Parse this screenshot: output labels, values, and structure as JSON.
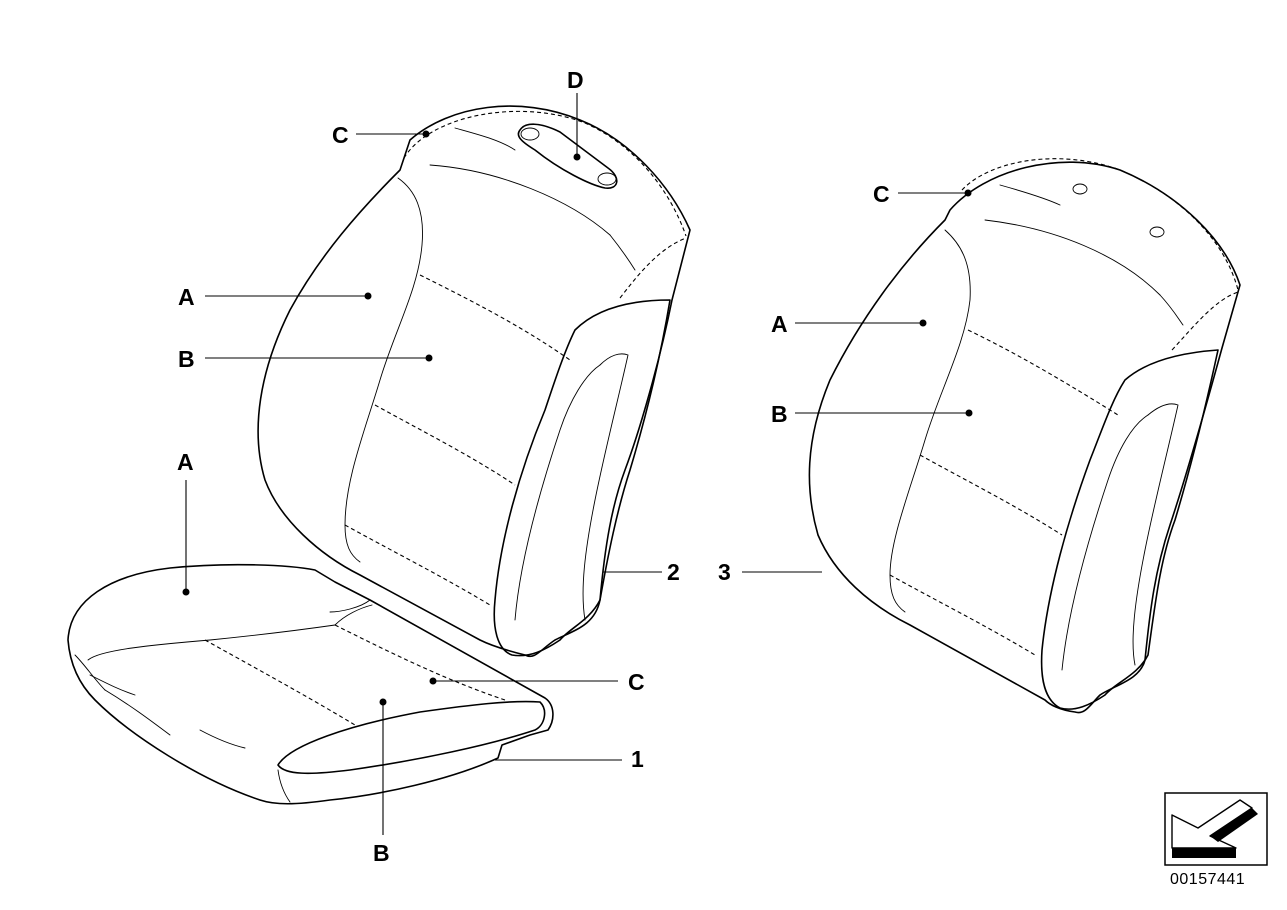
{
  "labels": {
    "seatback_left_c": "C",
    "seatback_left_d": "D",
    "seatback_left_a": "A",
    "seatback_left_b": "B",
    "cushion_a": "A",
    "cushion_c": "C",
    "cushion_b": "B",
    "cushion_part": "1",
    "seatback_left_part": "2",
    "seatback_right_part": "3",
    "seatback_right_c": "C",
    "seatback_right_a": "A",
    "seatback_right_b": "B"
  },
  "part_number": "00157441",
  "icons": {
    "direction": "arrow-down-left-icon"
  },
  "colors": {
    "line": "#000000",
    "background": "#ffffff"
  }
}
